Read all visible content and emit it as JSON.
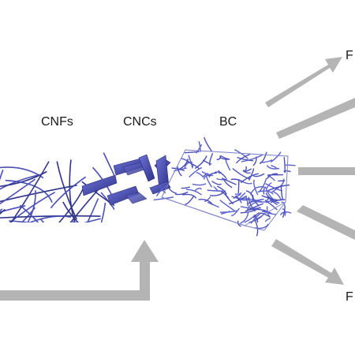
{
  "labels": {
    "cnfs": "CNFs",
    "cncs": "CNCs",
    "bc": "BC",
    "right_top": "F",
    "right_bottom": "F"
  },
  "colors": {
    "fiber": "#4a4fb8",
    "fiber_dark": "#2f3389",
    "arrow": "#b4b4b4",
    "box_edge": "#7b7fc9",
    "text": "#1a1a1a"
  },
  "icons": [
    "cnf-network-icon",
    "cnc-crystals-icon",
    "bc-mesh-icon",
    "output-arrow-icon",
    "feedback-arrow-icon"
  ]
}
